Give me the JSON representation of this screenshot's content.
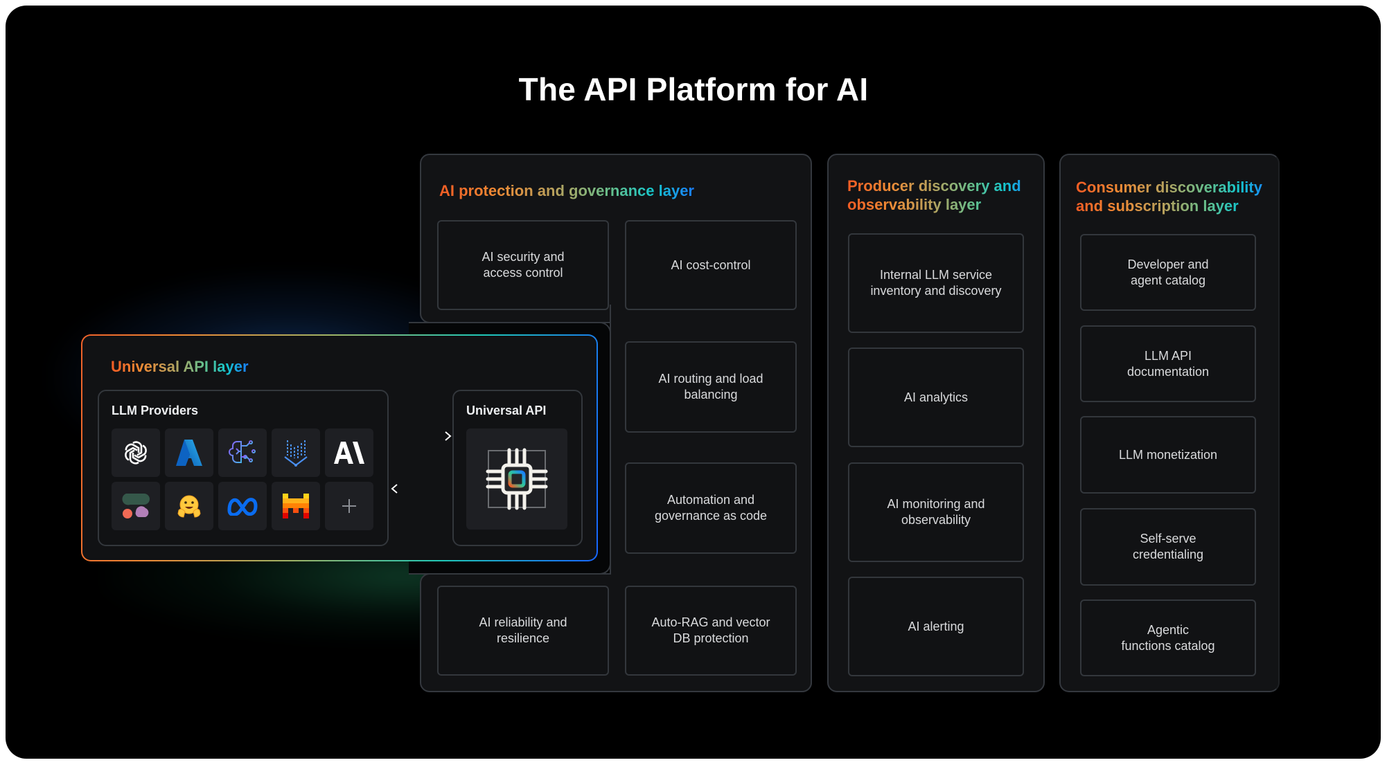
{
  "title": "The API Platform for AI",
  "colors": {
    "background": "#000000",
    "panel": "#121315",
    "panel_border": "#34383e",
    "card_border": "#33373c",
    "card_text": "#d9dadc",
    "gradient": [
      "#f25c24",
      "#f08a34",
      "#b9a15c",
      "#62c08e",
      "#15c6cc",
      "#1a7dff"
    ]
  },
  "universal_api_layer": {
    "heading": "Universal API layer",
    "llm_providers": {
      "title": "LLM Providers",
      "icons": [
        {
          "name": "openai-icon"
        },
        {
          "name": "azure-icon"
        },
        {
          "name": "ai-brain-circuit-icon"
        },
        {
          "name": "vertical-bars-funnel-icon"
        },
        {
          "name": "anthropic-icon"
        },
        {
          "name": "cohere-icon"
        },
        {
          "name": "hugging-face-icon"
        },
        {
          "name": "meta-icon"
        },
        {
          "name": "mistral-icon"
        },
        {
          "name": "add-provider-icon",
          "label": "+"
        }
      ]
    },
    "universal_api": {
      "title": "Universal API",
      "icon": "chip-icon"
    },
    "arrows": [
      "arrow-right-icon",
      "arrow-left-icon"
    ]
  },
  "protection_layer": {
    "heading": "AI protection and governance layer",
    "cards": [
      "AI security and\naccess control",
      "AI cost-control",
      "AI routing and load\nbalancing",
      "Automation and\ngovernance as code",
      "AI reliability and\nresilience",
      "Auto-RAG and vector\nDB protection"
    ]
  },
  "producer_layer": {
    "heading": "Producer discovery and\nobservability layer",
    "cards": [
      "Internal LLM service\ninventory and discovery",
      "AI analytics",
      "AI monitoring and\nobservability",
      "AI alerting"
    ]
  },
  "consumer_layer": {
    "heading": "Consumer discoverability\nand subscription layer",
    "cards": [
      "Developer and\nagent catalog",
      "LLM API\ndocumentation",
      "LLM monetization",
      "Self-serve\ncredentialing",
      "Agentic\nfunctions catalog"
    ]
  }
}
